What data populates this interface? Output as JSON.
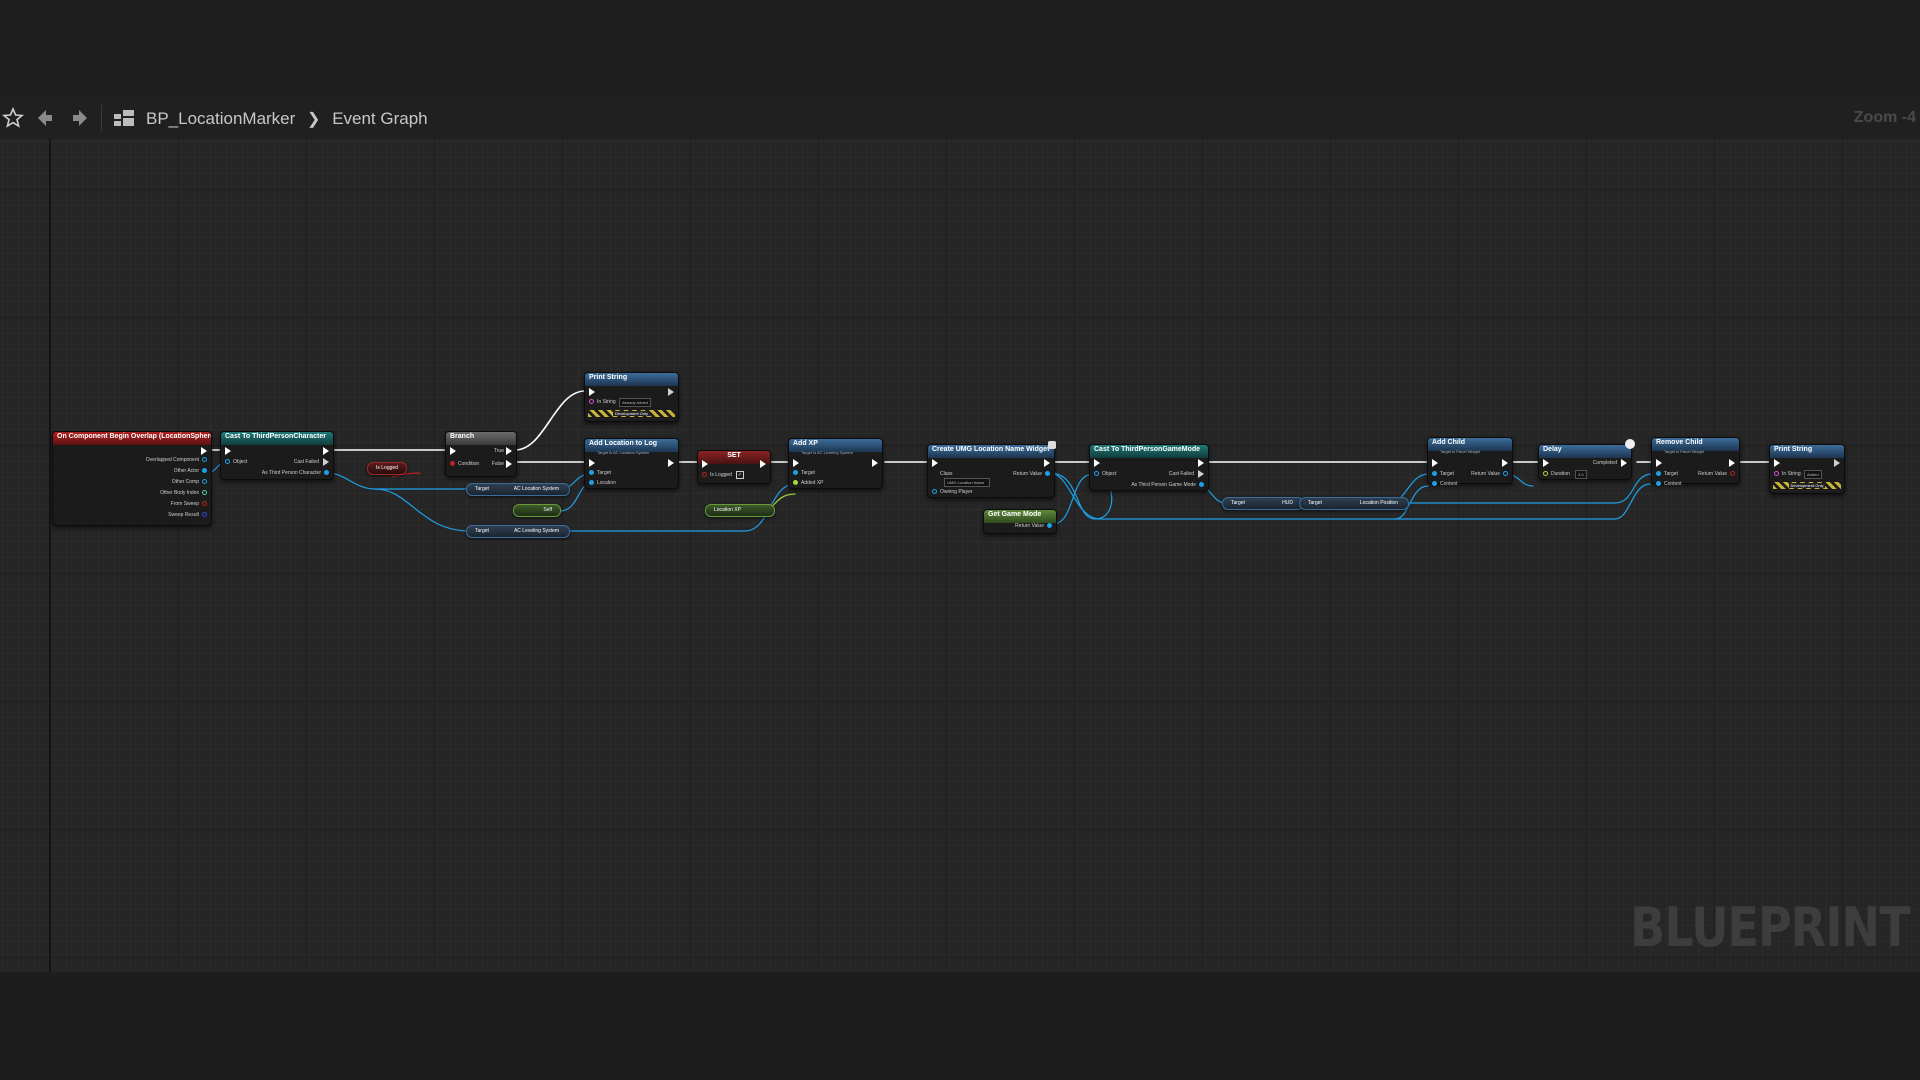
{
  "toolbar": {
    "breadcrumb": {
      "blueprint": "BP_LocationMarker",
      "graph": "Event Graph"
    },
    "zoom_label": "Zoom -4"
  },
  "watermark": "BLUEPRINT",
  "colors": {
    "exec_wire": "#ffffff",
    "object_wire": "#1ea0e8",
    "bool_wire": "#b22222",
    "graph_bg": "#262626"
  },
  "nodes": {
    "overlap": {
      "title": "On Component Begin Overlap (LocationSphere)",
      "pins": [
        "Overlapped Component",
        "Other Actor",
        "Other Comp",
        "Other Body Index",
        "From Sweep",
        "Sweep Result"
      ]
    },
    "cast_tpc": {
      "title": "Cast To ThirdPersonCharacter",
      "object": "Object",
      "cast_failed": "Cast Failed",
      "as": "As Third Person Character"
    },
    "branch": {
      "title": "Branch",
      "condition": "Condition",
      "true": "True",
      "false": "False"
    },
    "is_logged_get": "Is Logged",
    "print1": {
      "title": "Print String",
      "in_string": "In String",
      "value": "Already Added",
      "dev": "Development Only"
    },
    "add_loc": {
      "title": "Add Location to Log",
      "subtitle": "Target is AC Location System",
      "target": "Target",
      "location": "Location"
    },
    "target_locsys": {
      "target": "Target",
      "name": "AC Location System"
    },
    "self_get": "Self",
    "set_node": {
      "title": "SET",
      "is_logged": "Is Logged"
    },
    "location_xp": "Location XP",
    "add_xp": {
      "title": "Add XP",
      "subtitle": "Target is AC Leveling System",
      "target": "Target",
      "added": "Added XP"
    },
    "target_lvlsys": {
      "target": "Target",
      "name": "AC Leveling System"
    },
    "create_widget": {
      "title": "Create UMG Location Name Widget",
      "class": "Class",
      "class_value": "UMG Location Name",
      "owning": "Owning Player",
      "return": "Return Value"
    },
    "get_game_mode": {
      "title": "Get Game Mode",
      "return": "Return Value"
    },
    "cast_gm": {
      "title": "Cast To ThirdPersonGameMode",
      "object": "Object",
      "cast_failed": "Cast Failed",
      "as": "As Third Person Game Mode"
    },
    "hud": {
      "target": "Target",
      "name": "HUD"
    },
    "loc_pos": {
      "target": "Target",
      "name": "Location Position"
    },
    "add_child": {
      "title": "Add Child",
      "subtitle": "Target is Panel Widget",
      "target": "Target",
      "content": "Content",
      "return": "Return Value"
    },
    "delay": {
      "title": "Delay",
      "duration": "Duration",
      "duration_value": "3.0",
      "completed": "Completed"
    },
    "remove_child": {
      "title": "Remove Child",
      "subtitle": "Target is Panel Widget",
      "target": "Target",
      "content": "Content",
      "return": "Return Value"
    },
    "print2": {
      "title": "Print String",
      "in_string": "In String",
      "value": "Added",
      "dev": "Development Only"
    }
  }
}
